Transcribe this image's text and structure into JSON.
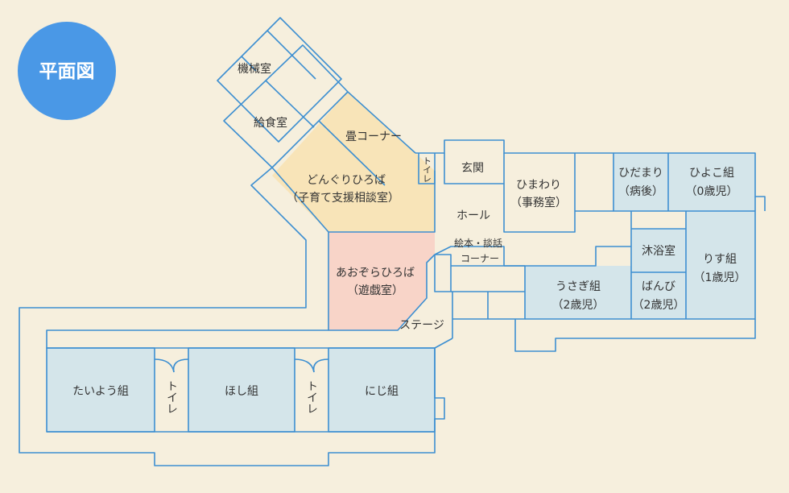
{
  "badge": {
    "text": "平面図",
    "color": "#4a98e6"
  },
  "colors": {
    "wall": "#3d8fd1",
    "room_blue": "#d4e5ea",
    "room_yellow": "#f8e4b8",
    "room_pink": "#f8d4c8",
    "background": "#f6efdd"
  },
  "rooms": {
    "kikai": "機械室",
    "kyushoku": "給食室",
    "tatami": "畳コーナー",
    "donguri": {
      "line1": "どんぐりひろば",
      "line2": "（子育て支援相談室）"
    },
    "toilet_top": "トイレ",
    "genkan": "玄関",
    "hall": "ホール",
    "himawari": {
      "line1": "ひまわり",
      "line2": "（事務室）"
    },
    "hidamari": {
      "line1": "ひだまり",
      "line2": "（病後）"
    },
    "hiyoko": {
      "line1": "ひよこ組",
      "line2": "（0歳児）"
    },
    "ehon": {
      "line1": "絵本・談話",
      "line2": "コーナー"
    },
    "aozora": {
      "line1": "あおぞらひろば",
      "line2": "（遊戯室）"
    },
    "mokuyoku": "沐浴室",
    "risu": {
      "line1": "りす組",
      "line2": "（1歳児）"
    },
    "usagi": {
      "line1": "うさぎ組",
      "line2": "（2歳児）"
    },
    "banbi": {
      "line1": "ばんび",
      "line2": "（2歳児）"
    },
    "stage": "ステージ",
    "taiyou": "たいよう組",
    "toilet_1": "トイレ",
    "hoshi": "ほし組",
    "toilet_2": "トイレ",
    "niji": "にじ組"
  }
}
